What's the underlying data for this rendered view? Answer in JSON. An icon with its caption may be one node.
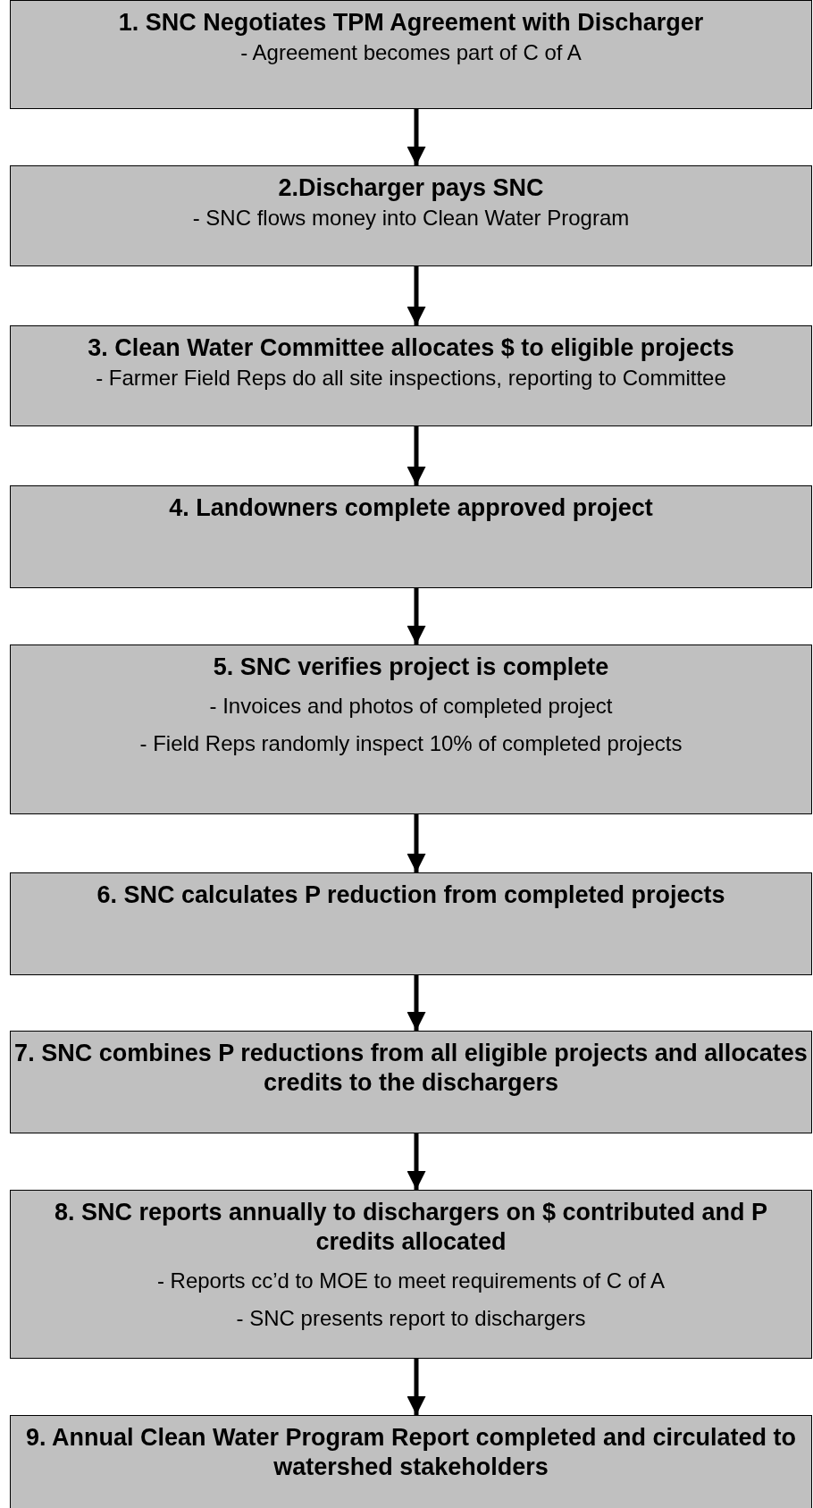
{
  "diagram": {
    "nodes": [
      {
        "text": [
          "1.  SNC Negotiates TPM Agreement with Discharger",
          "- Agreement becomes part of C of A"
        ]
      },
      {
        "text": [
          "2.Discharger pays SNC",
          "- SNC flows money into Clean Water Program"
        ]
      },
      {
        "text": [
          "3. Clean Water Committee allocates $ to eligible projects",
          "- Farmer Field Reps do all site inspections, reporting to Committee"
        ]
      },
      {
        "text": [
          "4. Landowners complete approved project"
        ]
      },
      {
        "text": [
          "5. SNC verifies project is complete",
          "- Invoices and photos of completed project",
          "- Field Reps randomly inspect 10% of completed projects"
        ]
      },
      {
        "text": [
          "6. SNC calculates P reduction from completed projects"
        ]
      },
      {
        "text": [
          "7. SNC combines P reductions from all eligible projects and allocates credits to the dischargers"
        ]
      },
      {
        "text": [
          "8. SNC reports annually to dischargers on $ contributed and P credits allocated",
          "- Reports cc’d to MOE to meet requirements of C of A",
          "- SNC presents report to dischargers"
        ]
      },
      {
        "text": [
          "9. Annual Clean Water Program Report completed and circulated to watershed stakeholders"
        ]
      }
    ],
    "edges": [
      {
        "from": 0,
        "to": 1,
        "arrow": "to"
      },
      {
        "from": 1,
        "to": 2,
        "arrow": "to"
      },
      {
        "from": 2,
        "to": 3,
        "arrow": "to"
      },
      {
        "from": 3,
        "to": 4,
        "arrow": "to"
      },
      {
        "from": 4,
        "to": 5,
        "arrow": "to"
      },
      {
        "from": 5,
        "to": 6,
        "arrow": "to"
      },
      {
        "from": 6,
        "to": 7,
        "arrow": "to"
      },
      {
        "from": 7,
        "to": 8,
        "arrow": "to"
      }
    ]
  }
}
